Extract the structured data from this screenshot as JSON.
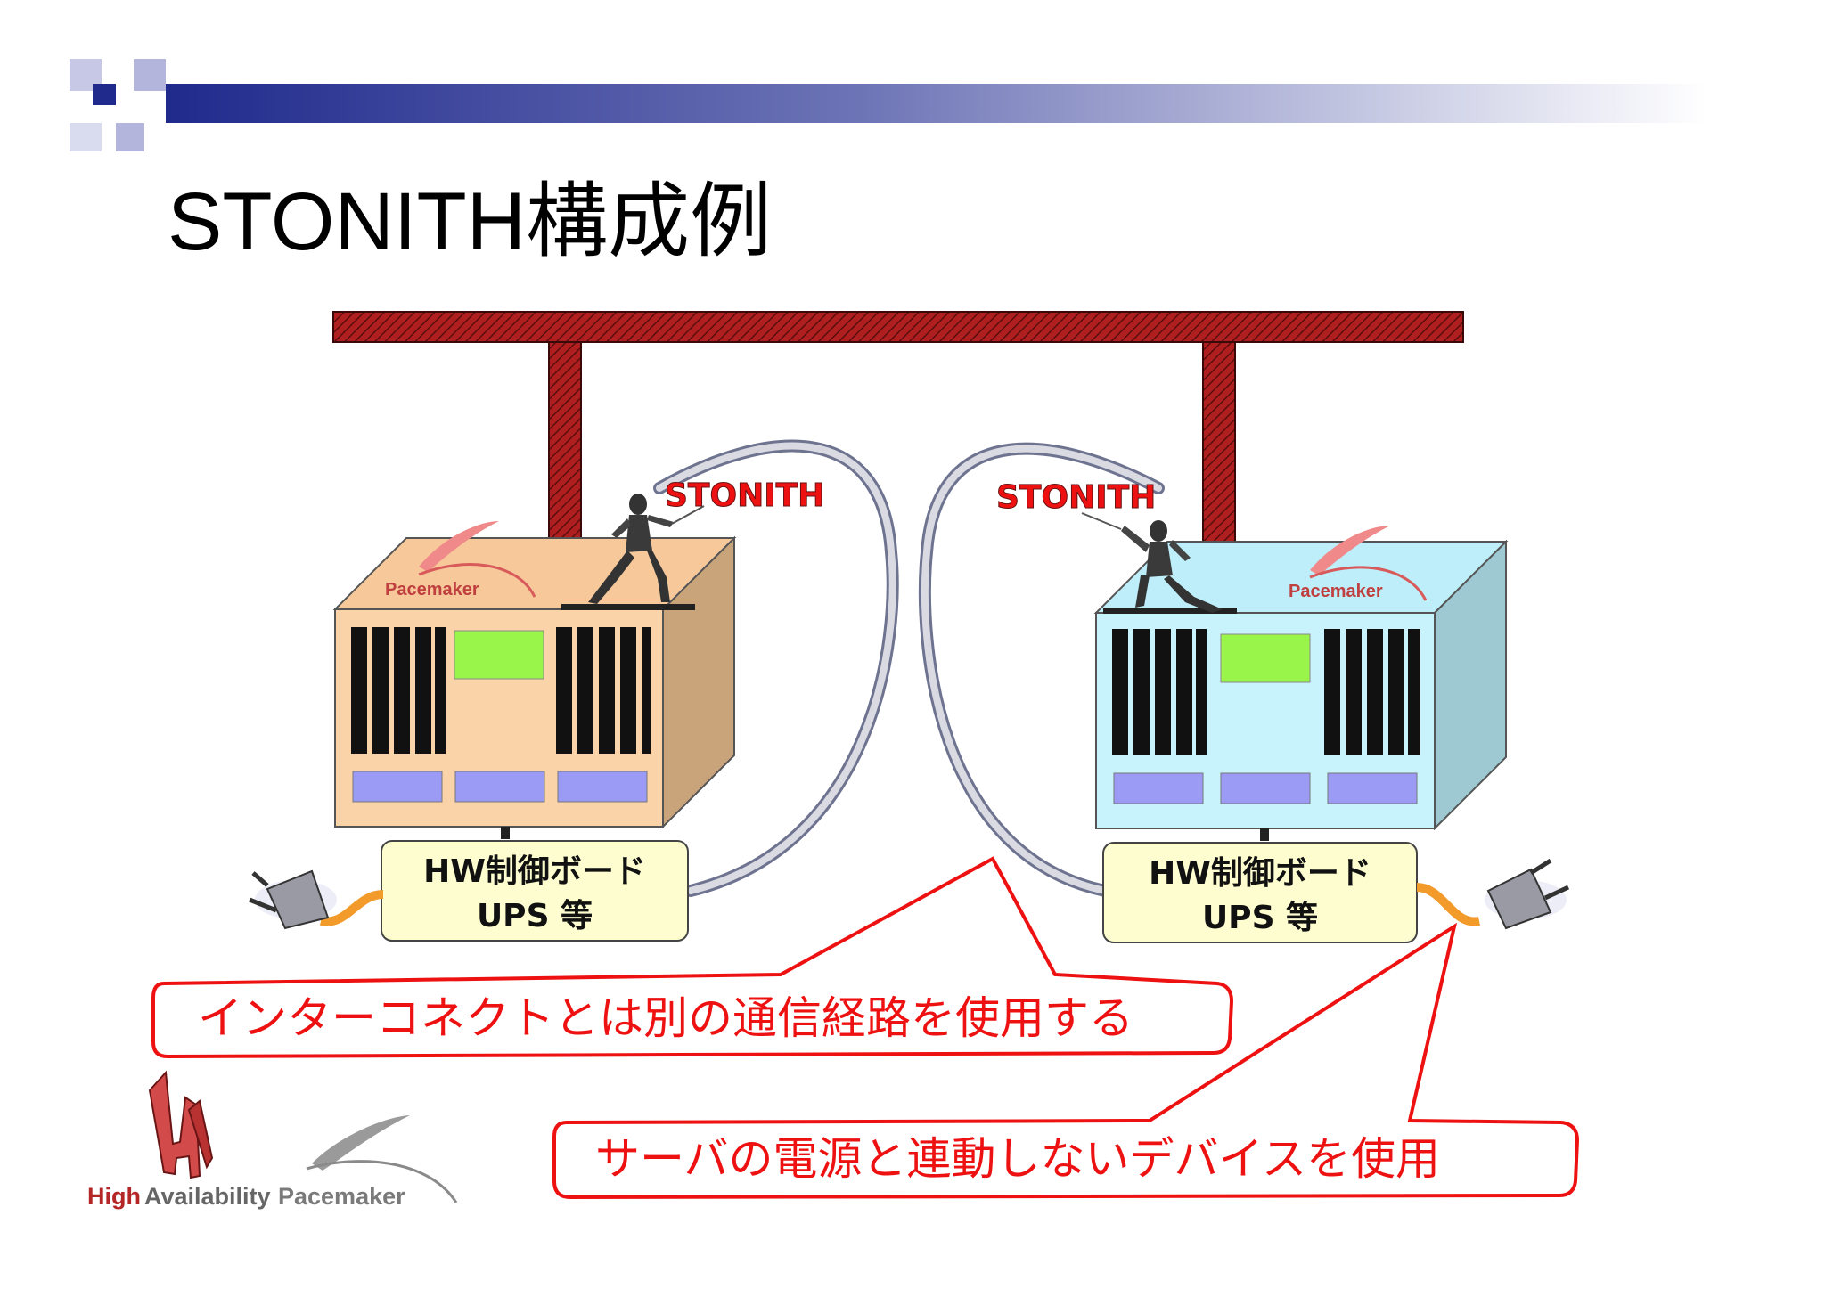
{
  "slide": {
    "title": "STONITH構成例"
  },
  "nodes": [
    {
      "brand": "Pacemaker",
      "stonith_label": "STONITH",
      "board_line1": "HW制御ボード",
      "board_line2": "UPS 等",
      "body_color": "#fbd3a9",
      "side_color": "#c9a37a",
      "top_color": "#f6c89a"
    },
    {
      "brand": "Pacemaker",
      "stonith_label": "STONITH",
      "board_line1": "HW制御ボード",
      "board_line2": "UPS 等",
      "body_color": "#c8f3fd",
      "side_color": "#9ec8d2",
      "top_color": "#bdeefa"
    }
  ],
  "callouts": {
    "interconnect": "インターコネクトとは別の通信経路を使用する",
    "power": "サーバの電源と連動しないデバイスを使用"
  },
  "logos": {
    "ha_high": "High",
    "ha_availability": "Availability",
    "pacemaker": "Pacemaker"
  },
  "colors": {
    "accent_red": "#ee1111",
    "network_bar": "#a52a2a",
    "title_bar": "#1f2a8c",
    "screen_green": "#99f54a",
    "slot_blue": "#9b9bf5",
    "board_fill": "#fdfdcf"
  }
}
